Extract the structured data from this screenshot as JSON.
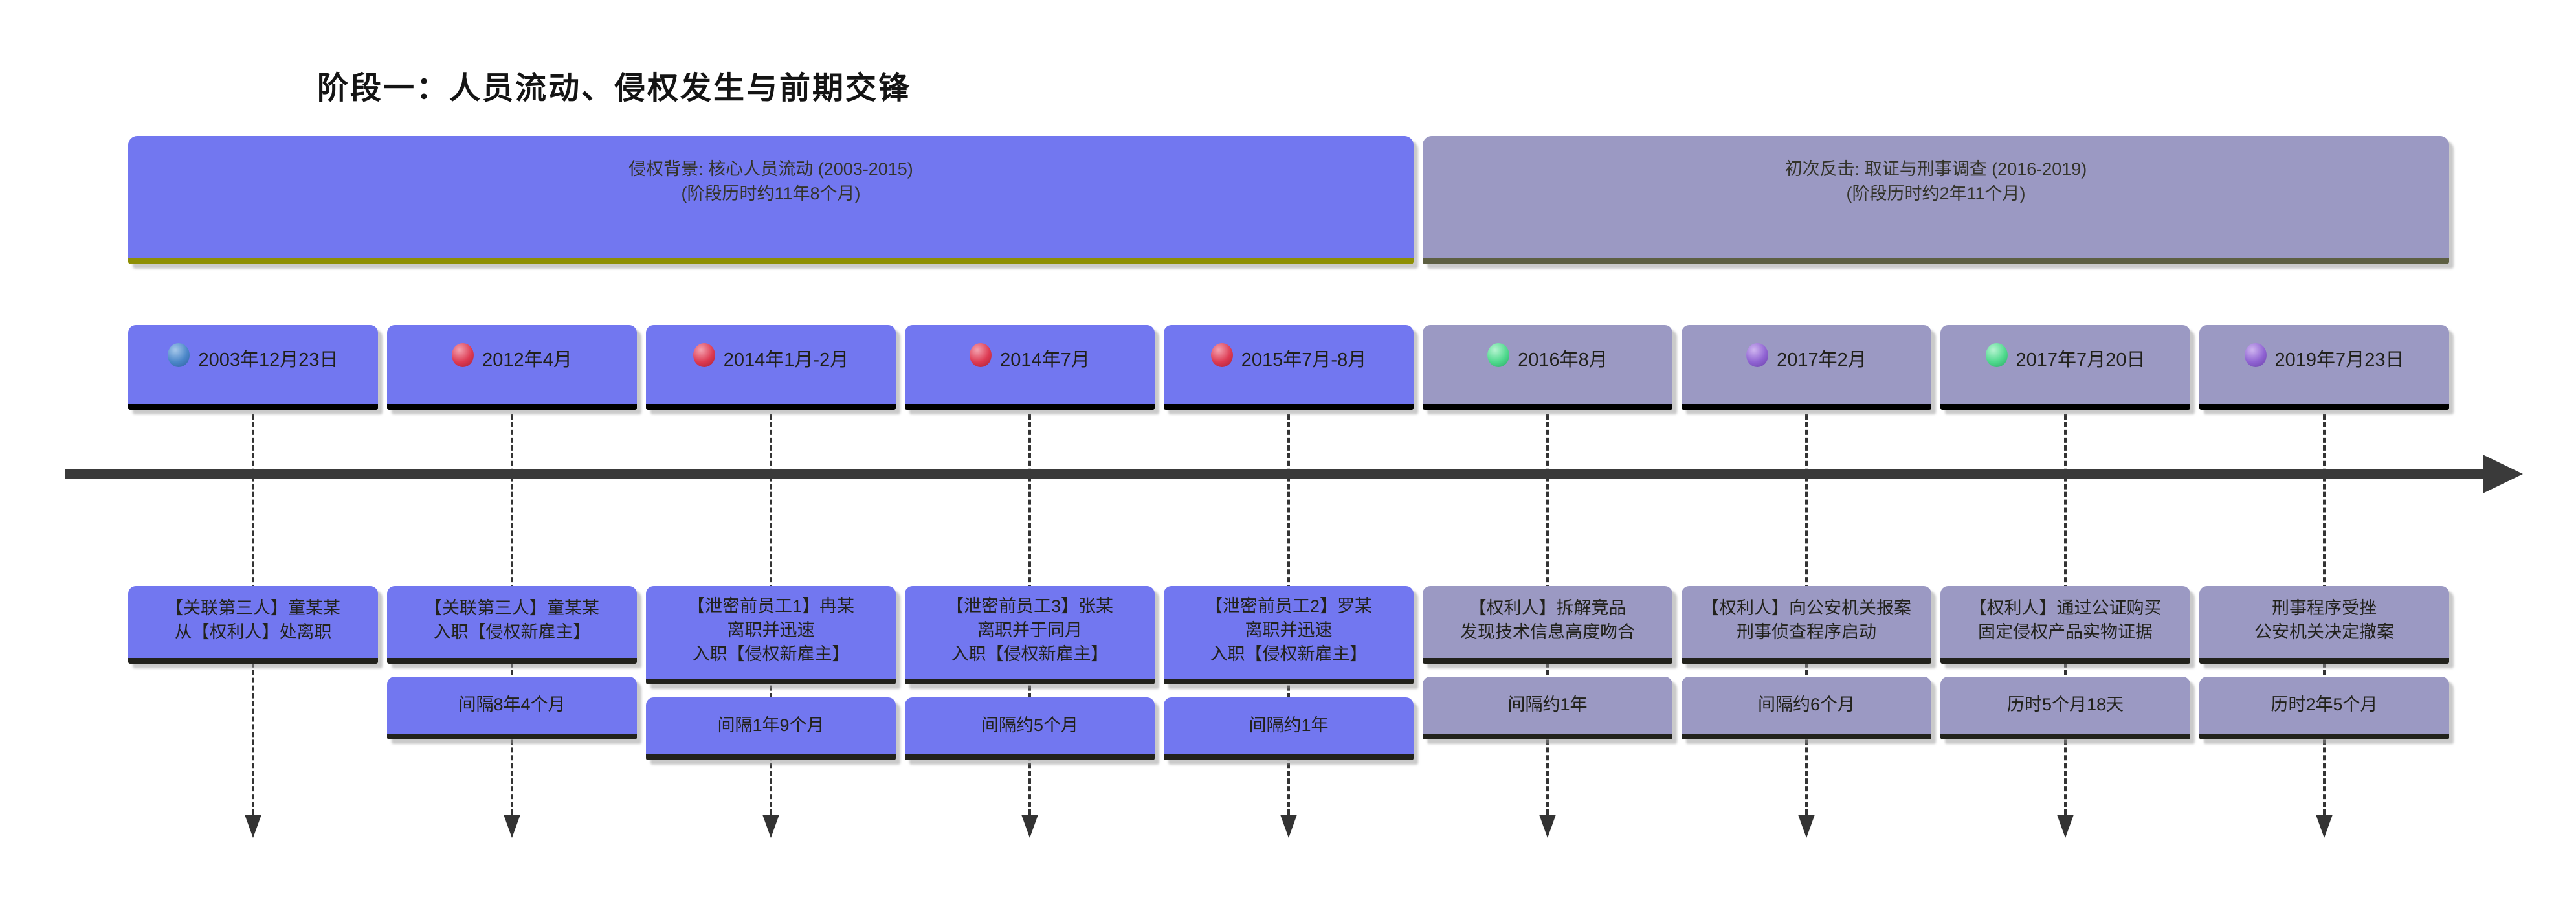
{
  "title": "阶段一：人员流动、侵权发生与前期交锋",
  "colors": {
    "background": "#ffffff",
    "phase1_fill": "#7277f0",
    "phase1_border": "#8e8f04",
    "phase2_fill": "#9b99c3",
    "phase2_border": "#5d5f42",
    "axis": "#3a3a3a",
    "dashed_line": "#333333",
    "dot_blue": "#4a86c8",
    "dot_red": "#dd3a52",
    "dot_green": "#4fd98d",
    "dot_purple": "#8f63d2"
  },
  "phase_bars": [
    {
      "title": "侵权背景: 核心人员流动 (2003-2015)",
      "subtitle": "(阶段历时约11年8个月)"
    },
    {
      "title": "初次反击: 取证与刑事调查 (2016-2019)",
      "subtitle": "(阶段历时约2年11个月)"
    }
  ],
  "columns": [
    {
      "date": "2003年12月23日",
      "dot_color": "blue",
      "event": "【关联第三人】童某某\n从【权利人】处离职",
      "interval": null
    },
    {
      "date": "2012年4月",
      "dot_color": "red",
      "event": "【关联第三人】童某某\n入职【侵权新雇主】",
      "interval": "间隔8年4个月"
    },
    {
      "date": "2014年1月-2月",
      "dot_color": "red",
      "event": "【泄密前员工1】冉某\n离职并迅速\n入职【侵权新雇主】",
      "interval": "间隔1年9个月"
    },
    {
      "date": "2014年7月",
      "dot_color": "red",
      "event": "【泄密前员工3】张某\n离职并于同月\n入职【侵权新雇主】",
      "interval": "间隔约5个月"
    },
    {
      "date": "2015年7月-8月",
      "dot_color": "red",
      "event": "【泄密前员工2】罗某\n离职并迅速\n入职【侵权新雇主】",
      "interval": "间隔约1年"
    },
    {
      "date": "2016年8月",
      "dot_color": "green",
      "event": "【权利人】拆解竞品\n发现技术信息高度吻合",
      "interval": "间隔约1年"
    },
    {
      "date": "2017年2月",
      "dot_color": "purple",
      "event": "【权利人】向公安机关报案\n刑事侦查程序启动",
      "interval": "间隔约6个月"
    },
    {
      "date": "2017年7月20日",
      "dot_color": "green",
      "event": "【权利人】通过公证购买\n固定侵权产品实物证据",
      "interval": "历时5个月18天"
    },
    {
      "date": "2019年7月23日",
      "dot_color": "purple",
      "event": "刑事程序受挫\n公安机关决定撤案",
      "interval": "历时2年5个月"
    }
  ]
}
